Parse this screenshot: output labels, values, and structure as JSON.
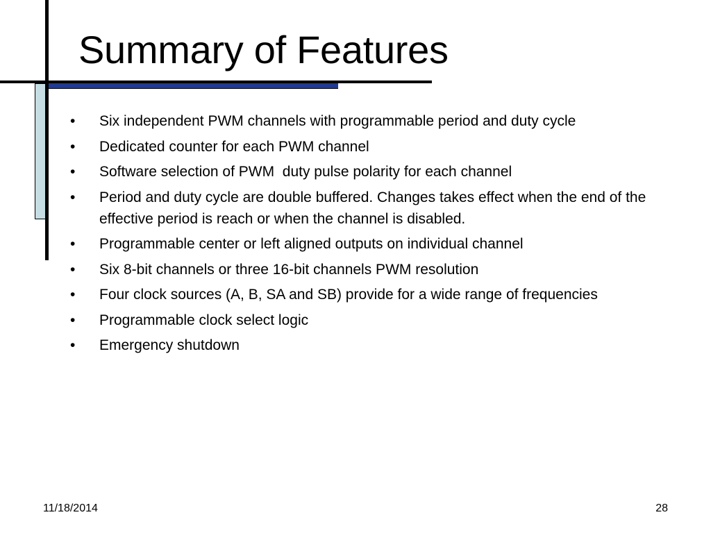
{
  "slide": {
    "title": "Summary of Features",
    "bullets": [
      "Six independent PWM channels with programmable period and duty cycle",
      "Dedicated counter for each PWM channel",
      "Software selection of PWM  duty pulse polarity for each channel",
      "Period and duty cycle are double buffered. Changes takes effect when the end of the effective period is reach or when the channel is disabled.",
      "Programmable center or left aligned outputs on individual channel",
      "Six 8-bit channels or three 16-bit channels PWM resolution",
      "Four clock sources (A, B, SA and SB) provide for a wide range of frequencies",
      "Programmable clock select logic",
      "Emergency shutdown"
    ],
    "bullet_glyph": "•",
    "footer": {
      "date": "11/18/2014",
      "page_number": "28"
    }
  },
  "colors": {
    "accent_navy": "#1f3a93",
    "accent_teal": "#c5dde3",
    "text": "#000000"
  }
}
